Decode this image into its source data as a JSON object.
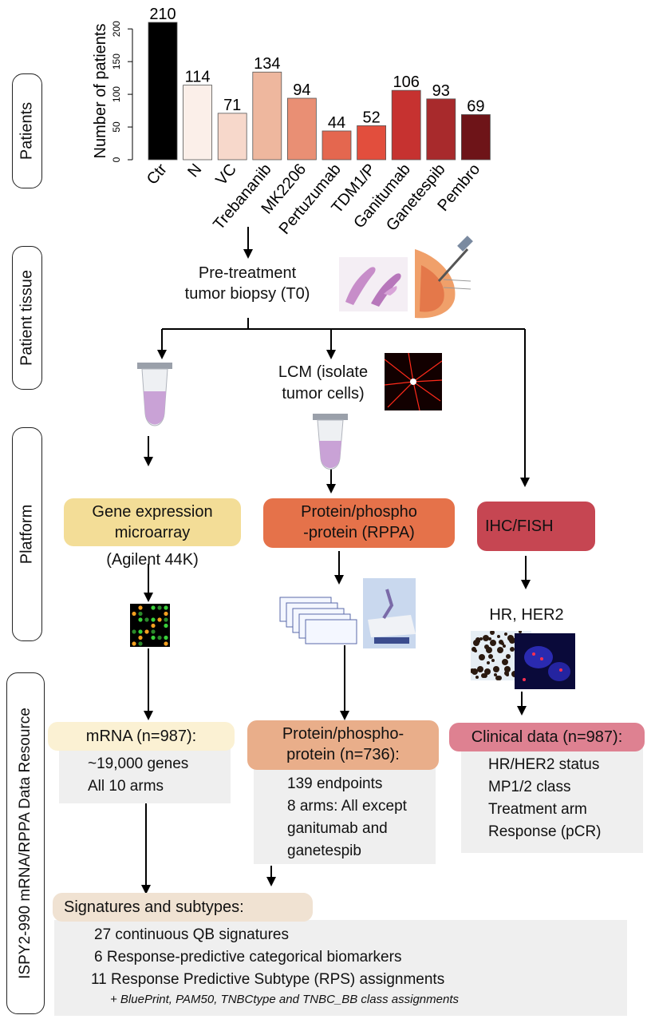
{
  "side_labels": {
    "patients": "Patients",
    "tissue": "Patient tissue",
    "platform": "Platform",
    "resource": "ISPY2-990 mRNA/RPPA Data Resource"
  },
  "chart_data": {
    "type": "bar",
    "ylabel": "Number of patients",
    "ylim": [
      0,
      210
    ],
    "yticks": [
      0,
      50,
      100,
      150,
      200
    ],
    "categories": [
      "Ctr",
      "N",
      "VC",
      "Trebananib",
      "MK2206",
      "Pertuzumab",
      "TDM1/P",
      "Ganitumab",
      "Ganetespib",
      "Pembro"
    ],
    "values": [
      210,
      114,
      71,
      134,
      94,
      44,
      52,
      106,
      93,
      69
    ],
    "colors": [
      "#000000",
      "#fbefe9",
      "#f7d8cb",
      "#eeb79e",
      "#e98f74",
      "#e4674f",
      "#e24e3d",
      "#c63230",
      "#a82a2c",
      "#6e1418"
    ]
  },
  "tissue": {
    "biopsy_line1": "Pre-treatment",
    "biopsy_line2": "tumor biopsy (T0)",
    "lcm_line1": "LCM (isolate",
    "lcm_line2": "tumor cells)"
  },
  "platform": {
    "gene_line1": "Gene expression",
    "gene_line2": "microarray",
    "agilent": "(Agilent 44K)",
    "protein_line1": "Protein/phospho",
    "protein_line2": "-protein (RPPA)",
    "ihc": "IHC/FISH",
    "hr_her2": "HR, HER2"
  },
  "resource": {
    "mrna_title": "mRNA (n=987):",
    "mrna_items": [
      "~19,000 genes",
      "All 10 arms"
    ],
    "protein_title_line1": "Protein/phospho-",
    "protein_title_line2": "protein (n=736):",
    "protein_items": [
      "139 endpoints",
      "8 arms: All except",
      "ganitumab and",
      "ganetespib"
    ],
    "clinical_title": "Clinical data (n=987):",
    "clinical_items": [
      "HR/HER2 status",
      "MP1/2 class",
      "Treatment arm",
      "Response (pCR)"
    ],
    "sig_title": "Signatures and subtypes:",
    "sig_items": [
      "27 continuous QB signatures",
      "6 Response-predictive categorical biomarkers",
      "11 Response Predictive Subtype (RPS) assignments"
    ],
    "sig_note": "+ BluePrint, PAM50, TNBCtype and TNBC_BB class assignments"
  }
}
